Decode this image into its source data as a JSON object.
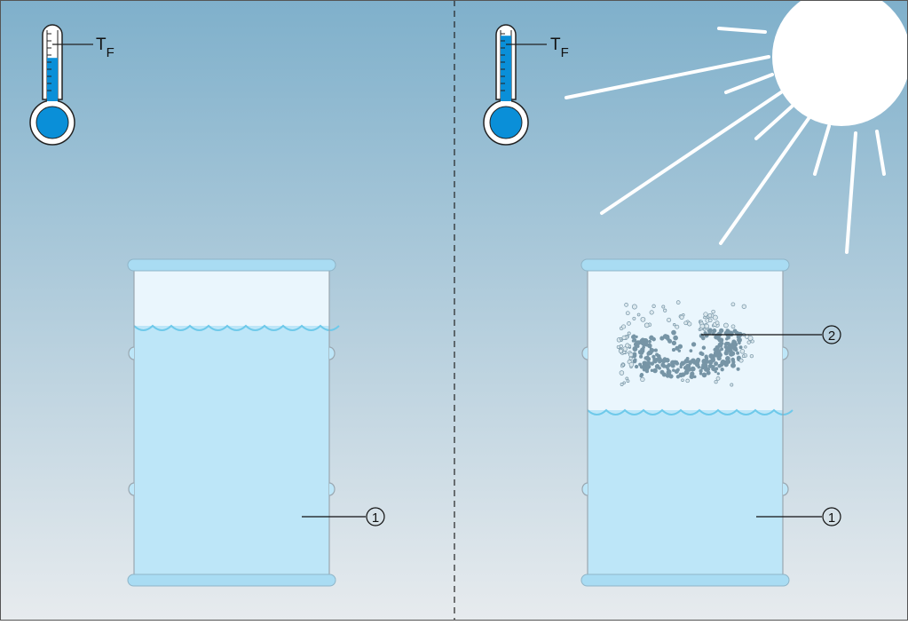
{
  "colors": {
    "sky_top": "#7fb0cb",
    "sky_bottom": "#e7ebee",
    "liquid": "#bde6f8",
    "headspace": "#eaf6fd",
    "rim": "#a9dcf3",
    "wave": "#6ec9ea",
    "mercury": "#0a8fd8",
    "vapor_dot": "#7795a6",
    "sun": "#ffffff"
  },
  "left_panel": {
    "thermometer": {
      "label_main": "T",
      "label_sub": "F",
      "level": 0.6
    },
    "callout_liquid": "1"
  },
  "right_panel": {
    "thermometer": {
      "label_main": "T",
      "label_sub": "F",
      "level": 0.92
    },
    "callout_vapor": "2",
    "callout_liquid": "1"
  }
}
